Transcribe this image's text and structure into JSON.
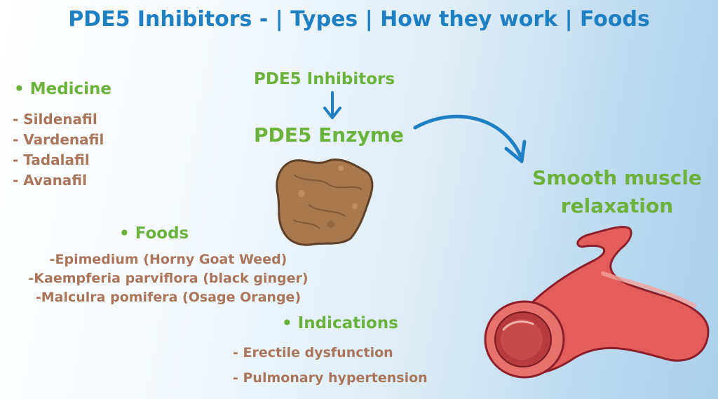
{
  "title": "PDE5 Inhibitors - | Types | How they work | Foods",
  "medicine": {
    "heading": "• Medicine",
    "items": [
      "- Sildenafil",
      "- Vardenafil",
      "- Tadalafil",
      "- Avanafil"
    ]
  },
  "foods": {
    "heading": "• Foods",
    "items": [
      "-Epimedium (Horny Goat Weed)",
      "-Kaempferia parviflora (black ginger)",
      "-Malculra pomifera (Osage Orange)"
    ]
  },
  "indications": {
    "heading": "• Indications",
    "items": [
      "- Erectile dysfunction",
      "- Pulmonary hypertension"
    ]
  },
  "mechanism": {
    "inhibitors": "PDE5 Inhibitors",
    "enzyme": "PDE5 Enzyme",
    "effect": "Smooth muscle relaxation"
  },
  "colors": {
    "title": "#1f7fc3",
    "heading_green": "#6bb23c",
    "item_brown": "#a9765c",
    "arrow": "#1f7fc3",
    "vessel": "#e35d5a",
    "enzyme_blob": "#a8784e"
  },
  "icons": [
    "down-arrow-icon",
    "curved-arrow-icon",
    "enzyme-blob-icon",
    "blood-vessel-icon"
  ]
}
